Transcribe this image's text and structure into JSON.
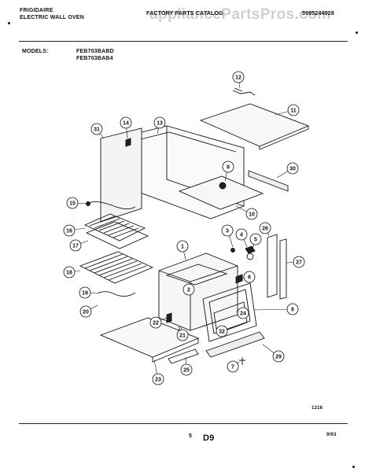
{
  "header": {
    "brand": "FRIGIDAIRE",
    "product": "ELECTRIC WALL OVEN",
    "catalog_title": "FACTORY PARTS CATALOG",
    "part_number": "5995244928",
    "watermark": "appliancePartsPros.com"
  },
  "models": {
    "label": "MODELS:",
    "items": [
      "FEB703BABD",
      "FEB703BAB4"
    ]
  },
  "diagram": {
    "callouts": [
      "12",
      "11",
      "13",
      "14",
      "31",
      "9",
      "30",
      "15",
      "10",
      "3",
      "4",
      "5",
      "26",
      "16",
      "17",
      "1",
      "27",
      "18",
      "6",
      "8",
      "19",
      "20",
      "22",
      "24",
      "32",
      "21",
      "29",
      "7",
      "23",
      "25",
      "2"
    ]
  },
  "footer": {
    "figure_code": "1316",
    "page_number": "5",
    "section": "D9",
    "date": "9/93"
  }
}
